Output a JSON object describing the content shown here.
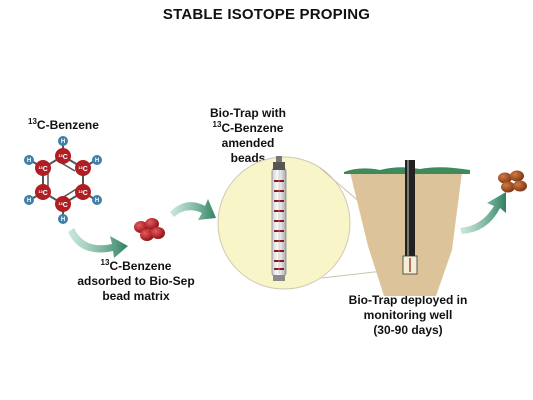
{
  "title": "STABLE ISOTOPE PROPING",
  "benzene_label": {
    "sup": "13",
    "text": "C-Benzene"
  },
  "atoms": {
    "carbon_sup": "13",
    "carbon": "C",
    "hydrogen": "H"
  },
  "biotrap_label": {
    "line1": "Bio-Trap with",
    "sup": "13",
    "line2": "C-Benzene amended",
    "line3": "beads"
  },
  "adsorbed_label": {
    "sup": "13",
    "line1": "C-Benzene",
    "line2": "adsorbed to Bio-Sep",
    "line3": "bead matrix"
  },
  "deployed_label": {
    "line1": "Bio-Trap deployed in",
    "line2": "monitoring well",
    "line3": "(30-90 days)"
  },
  "colors": {
    "carbon": "#b01e23",
    "hydrogen": "#3d7fa8",
    "bead_red": "#b5161c",
    "bead_brown": "#9b4a1c",
    "arrow_green": "#3c8c6c",
    "circle_fill": "#f8f5c8",
    "soil": "#dcc39a",
    "grass": "#3f8a5d"
  }
}
